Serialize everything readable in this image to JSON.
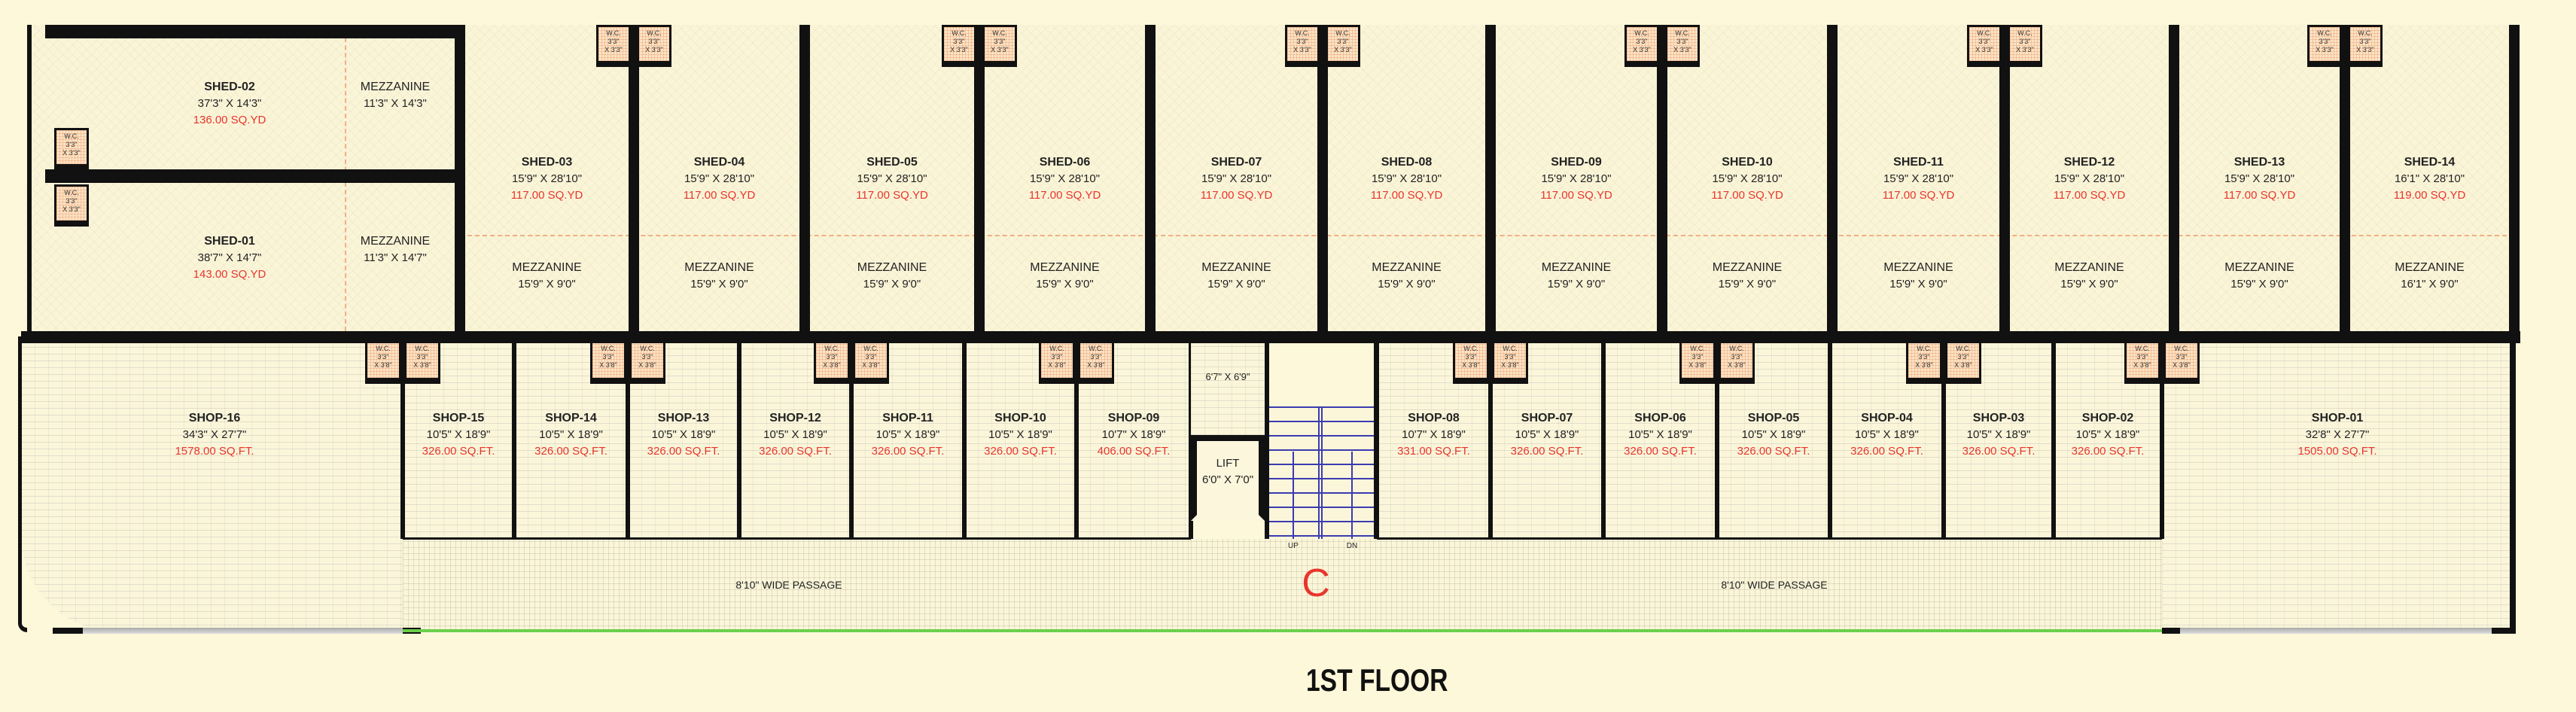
{
  "title": "1ST FLOOR",
  "compass_mark": "C",
  "colors": {
    "background": "#fdf8d9",
    "wall": "#111111",
    "area_text": "#e8352c",
    "stair": "#3b3bb0",
    "passage_edge": "#6ccf4a"
  },
  "sheds_left": [
    {
      "name": "SHED-02",
      "dims": "37'3\" X 14'3\"",
      "area": "136.00 SQ.YD",
      "mezz_label": "MEZZANINE",
      "mezz_dims": "11'3\" X 14'3\""
    },
    {
      "name": "SHED-01",
      "dims": "38'7\" X 14'7\"",
      "area": "143.00 SQ.YD",
      "mezz_label": "MEZZANINE",
      "mezz_dims": "11'3\" X 14'7\""
    }
  ],
  "sheds": [
    {
      "name": "SHED-03",
      "dims": "15'9\" X 28'10\"",
      "area": "117.00 SQ.YD",
      "mezz_label": "MEZZANINE",
      "mezz_dims": "15'9\" X 9'0\""
    },
    {
      "name": "SHED-04",
      "dims": "15'9\" X 28'10\"",
      "area": "117.00 SQ.YD",
      "mezz_label": "MEZZANINE",
      "mezz_dims": "15'9\" X 9'0\""
    },
    {
      "name": "SHED-05",
      "dims": "15'9\" X 28'10\"",
      "area": "117.00 SQ.YD",
      "mezz_label": "MEZZANINE",
      "mezz_dims": "15'9\" X 9'0\""
    },
    {
      "name": "SHED-06",
      "dims": "15'9\" X 28'10\"",
      "area": "117.00 SQ.YD",
      "mezz_label": "MEZZANINE",
      "mezz_dims": "15'9\" X 9'0\""
    },
    {
      "name": "SHED-07",
      "dims": "15'9\" X 28'10\"",
      "area": "117.00 SQ.YD",
      "mezz_label": "MEZZANINE",
      "mezz_dims": "15'9\" X 9'0\""
    },
    {
      "name": "SHED-08",
      "dims": "15'9\" X 28'10\"",
      "area": "117.00 SQ.YD",
      "mezz_label": "MEZZANINE",
      "mezz_dims": "15'9\" X 9'0\""
    },
    {
      "name": "SHED-09",
      "dims": "15'9\" X 28'10\"",
      "area": "117.00 SQ.YD",
      "mezz_label": "MEZZANINE",
      "mezz_dims": "15'9\" X 9'0\""
    },
    {
      "name": "SHED-10",
      "dims": "15'9\" X 28'10\"",
      "area": "117.00 SQ.YD",
      "mezz_label": "MEZZANINE",
      "mezz_dims": "15'9\" X 9'0\""
    },
    {
      "name": "SHED-11",
      "dims": "15'9\" X 28'10\"",
      "area": "117.00 SQ.YD",
      "mezz_label": "MEZZANINE",
      "mezz_dims": "15'9\" X 9'0\""
    },
    {
      "name": "SHED-12",
      "dims": "15'9\" X 28'10\"",
      "area": "117.00 SQ.YD",
      "mezz_label": "MEZZANINE",
      "mezz_dims": "15'9\" X 9'0\""
    },
    {
      "name": "SHED-13",
      "dims": "15'9\" X 28'10\"",
      "area": "117.00 SQ.YD",
      "mezz_label": "MEZZANINE",
      "mezz_dims": "15'9\" X 9'0\""
    },
    {
      "name": "SHED-14",
      "dims": "16'1\" X 28'10\"",
      "area": "119.00 SQ.YD",
      "mezz_label": "MEZZANINE",
      "mezz_dims": "16'1\" X 9'0\""
    }
  ],
  "shops_left": [
    {
      "name": "SHOP-15",
      "dims": "10'5\" X 18'9\"",
      "area": "326.00 SQ.FT."
    },
    {
      "name": "SHOP-14",
      "dims": "10'5\" X 18'9\"",
      "area": "326.00 SQ.FT."
    },
    {
      "name": "SHOP-13",
      "dims": "10'5\" X 18'9\"",
      "area": "326.00 SQ.FT."
    },
    {
      "name": "SHOP-12",
      "dims": "10'5\" X 18'9\"",
      "area": "326.00 SQ.FT."
    },
    {
      "name": "SHOP-11",
      "dims": "10'5\" X 18'9\"",
      "area": "326.00 SQ.FT."
    },
    {
      "name": "SHOP-10",
      "dims": "10'5\" X 18'9\"",
      "area": "326.00 SQ.FT."
    },
    {
      "name": "SHOP-09",
      "dims": "10'7\" X 18'9\"",
      "area": "406.00 SQ.FT."
    }
  ],
  "shops_right": [
    {
      "name": "SHOP-08",
      "dims": "10'7\" X 18'9\"",
      "area": "331.00 SQ.FT."
    },
    {
      "name": "SHOP-07",
      "dims": "10'5\" X 18'9\"",
      "area": "326.00 SQ.FT."
    },
    {
      "name": "SHOP-06",
      "dims": "10'5\" X 18'9\"",
      "area": "326.00 SQ.FT."
    },
    {
      "name": "SHOP-05",
      "dims": "10'5\" X 18'9\"",
      "area": "326.00 SQ.FT."
    },
    {
      "name": "SHOP-04",
      "dims": "10'5\" X 18'9\"",
      "area": "326.00 SQ.FT."
    },
    {
      "name": "SHOP-03",
      "dims": "10'5\" X 18'9\"",
      "area": "326.00 SQ.FT."
    },
    {
      "name": "SHOP-02",
      "dims": "10'5\" X 18'9\"",
      "area": "326.00 SQ.FT."
    }
  ],
  "shop_corner_left": {
    "name": "SHOP-16",
    "dims": "34'3\" X 27'7\"",
    "area": "1578.00 SQ.FT."
  },
  "shop_corner_right": {
    "name": "SHOP-01",
    "dims": "32'8\" X 27'7\"",
    "area": "1505.00 SQ.FT."
  },
  "wc_top": {
    "label": "W.C.",
    "w": "3'3\"",
    "h": "X 3'3\""
  },
  "wc_bottom": {
    "label": "W.C.",
    "w": "3'3\"",
    "h": "X 3'8\""
  },
  "lift": {
    "label": "LIFT",
    "dims": "6'0\" X 7'0\""
  },
  "lobby": {
    "dims": "6'7\" X 6'9\""
  },
  "stair": {
    "up": "UP",
    "down": "DN"
  },
  "passages": [
    {
      "label": "8'10\" WIDE PASSAGE"
    },
    {
      "label": "8'10\" WIDE PASSAGE"
    }
  ]
}
